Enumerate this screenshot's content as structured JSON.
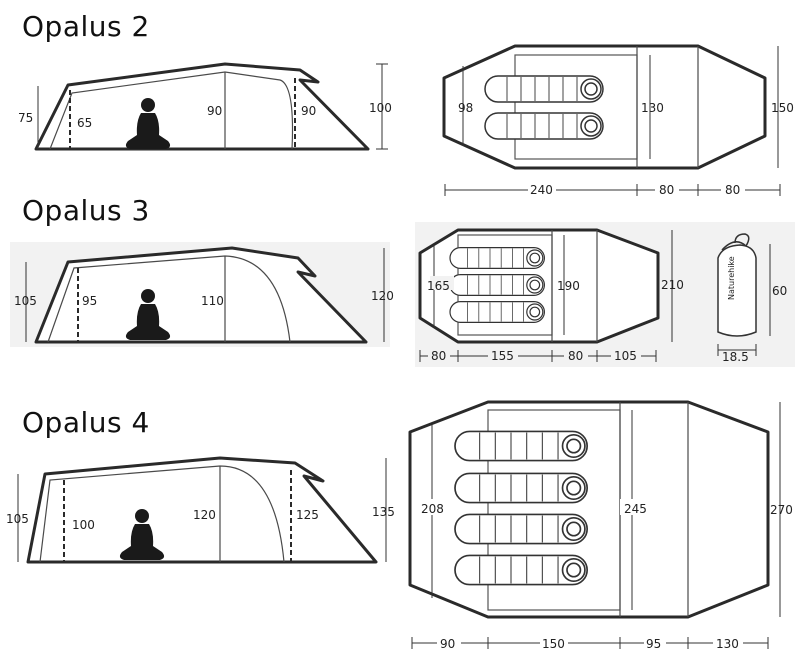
{
  "tents": [
    {
      "name": "Opalus 2",
      "side": {
        "left_height": "75",
        "inner_left": "65",
        "center": "90",
        "inner_right": "90",
        "total_height": "100"
      },
      "top": {
        "inner_depth": "98",
        "inner_width": "130",
        "total_width": "150",
        "length": "240",
        "vestibule": "80",
        "end": "80"
      }
    },
    {
      "name": "Opalus 3",
      "side": {
        "left_height": "105",
        "inner_left": "95",
        "center": "110",
        "total_height": "120"
      },
      "top": {
        "inner_depth": "165",
        "inner_width": "190",
        "total_width": "210",
        "front": "80",
        "length": "155",
        "vestibule": "80",
        "end": "105"
      },
      "bag": {
        "height": "60",
        "diameter": "18.5",
        "brand": "Naturehike"
      }
    },
    {
      "name": "Opalus 4",
      "side": {
        "left_height": "105",
        "inner_left": "100",
        "center": "120",
        "inner_right": "125",
        "total_height": "135"
      },
      "top": {
        "inner_depth": "208",
        "inner_width": "245",
        "total_width": "270",
        "front": "90",
        "length": "150",
        "vestibule": "95",
        "end": "130"
      }
    }
  ],
  "icons": [
    "person-icon",
    "sleeping-bag-icon",
    "stuff-sack-icon"
  ]
}
